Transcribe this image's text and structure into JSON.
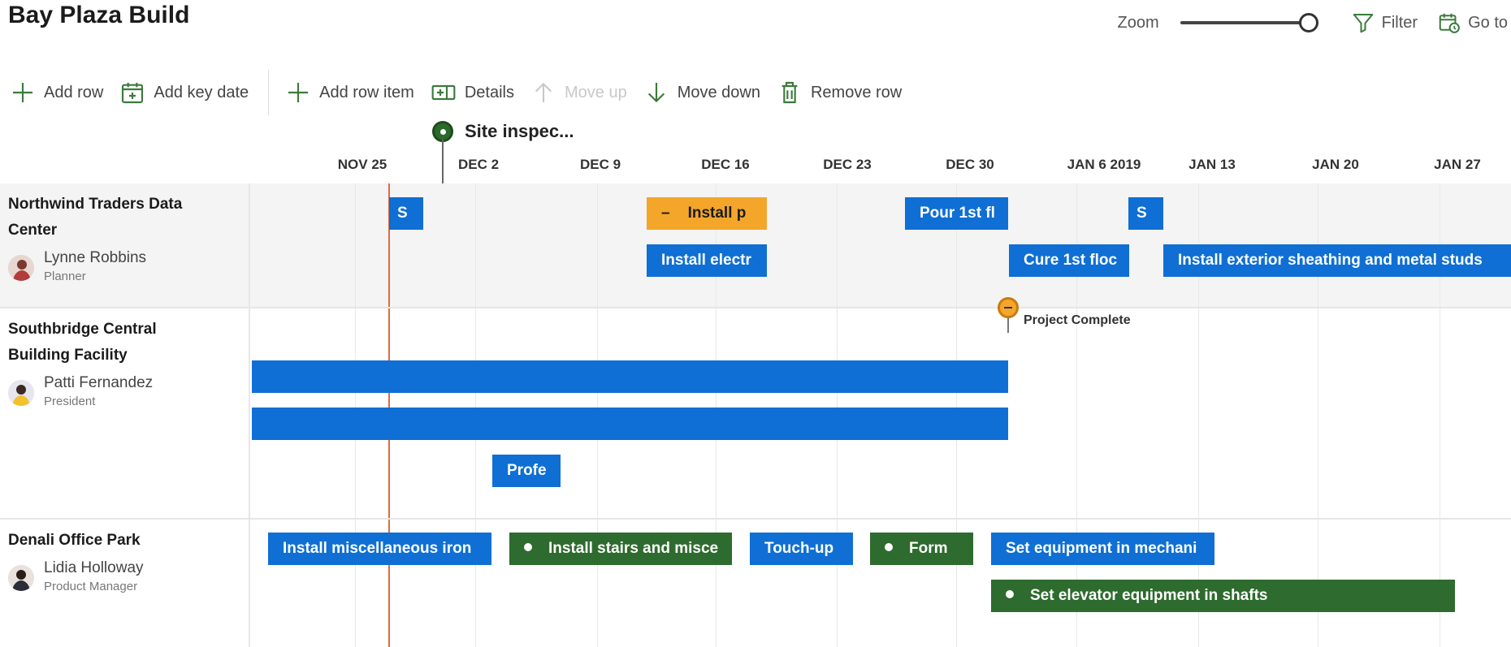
{
  "project": {
    "title": "Bay Plaza Build"
  },
  "header": {
    "zoom_label": "Zoom",
    "zoom_level": 1.0,
    "filter_label": "Filter",
    "goto_label": "Go to"
  },
  "toolbar": {
    "add_row": "Add row",
    "add_key_date": "Add key date",
    "add_row_item": "Add row item",
    "details": "Details",
    "move_up": "Move up",
    "move_down": "Move down",
    "remove_row": "Remove row"
  },
  "timescale": {
    "ticks": [
      "NOV 25",
      "DEC 2",
      "DEC 9",
      "DEC 16",
      "DEC 23",
      "DEC 30",
      "JAN 6 2019",
      "JAN 13",
      "JAN 20",
      "JAN 27"
    ],
    "key_date": {
      "label": "Site inspec..."
    }
  },
  "rows": [
    {
      "title": "Northwind Traders Data Center",
      "person": {
        "name": "Lynne Robbins",
        "role": "Planner"
      },
      "items": [
        {
          "label": "S",
          "color": "blue"
        },
        {
          "label": "Install p",
          "color": "orange",
          "marker": "–"
        },
        {
          "label": "Pour 1st fl",
          "color": "blue"
        },
        {
          "label": "S",
          "color": "blue"
        },
        {
          "label": "Install electr",
          "color": "blue"
        },
        {
          "label": "Cure 1st floc",
          "color": "blue"
        },
        {
          "label": "Install exterior sheathing and metal studs",
          "color": "blue"
        }
      ]
    },
    {
      "title": "Southbridge Central Building Facility",
      "person": {
        "name": "Patti Fernandez",
        "role": "President"
      },
      "milestone": {
        "label": "Project Complete"
      },
      "items": [
        {
          "label": "",
          "color": "blue"
        },
        {
          "label": "",
          "color": "blue"
        },
        {
          "label": "Profe",
          "color": "blue"
        }
      ]
    },
    {
      "title": "Denali Office Park",
      "person": {
        "name": "Lidia Holloway",
        "role": "Product Manager"
      },
      "items": [
        {
          "label": "Install miscellaneous iron",
          "color": "blue"
        },
        {
          "label": "Install stairs and misce",
          "color": "green",
          "marker": "dot"
        },
        {
          "label": "Touch-up",
          "color": "blue"
        },
        {
          "label": "Form",
          "color": "green",
          "marker": "dot"
        },
        {
          "label": "Set equipment in mechani",
          "color": "blue"
        },
        {
          "label": "Set elevator equipment in shafts",
          "color": "green",
          "marker": "dot"
        }
      ]
    }
  ],
  "colors": {
    "blue": "#0f6fd4",
    "green": "#2e6b2e",
    "orange": "#f4a62a",
    "today_line": "#e06a3a"
  }
}
